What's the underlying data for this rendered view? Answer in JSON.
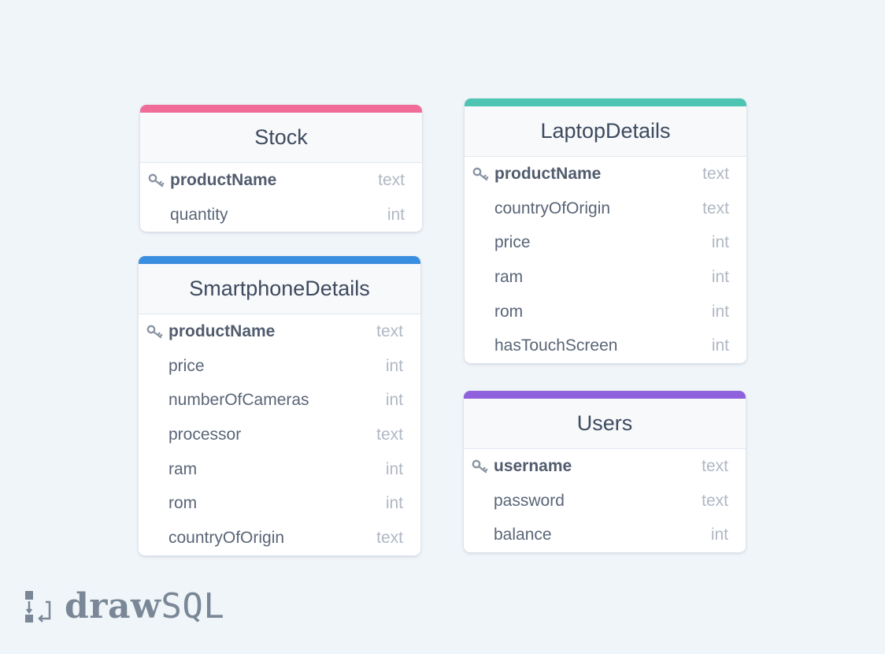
{
  "colors": {
    "stock": "#f06b98",
    "laptop": "#4ec4b3",
    "smartphone": "#3a8ee0",
    "users": "#9061dc"
  },
  "tables": {
    "stock": {
      "name": "Stock",
      "fields": [
        {
          "name": "productName",
          "type": "text",
          "pk": true
        },
        {
          "name": "quantity",
          "type": "int"
        }
      ]
    },
    "laptop": {
      "name": "LaptopDetails",
      "fields": [
        {
          "name": "productName",
          "type": "text",
          "pk": true
        },
        {
          "name": "countryOfOrigin",
          "type": "text"
        },
        {
          "name": "price",
          "type": "int"
        },
        {
          "name": "ram",
          "type": "int"
        },
        {
          "name": "rom",
          "type": "int"
        },
        {
          "name": "hasTouchScreen",
          "type": "int"
        }
      ]
    },
    "smartphone": {
      "name": "SmartphoneDetails",
      "fields": [
        {
          "name": "productName",
          "type": "text",
          "pk": true
        },
        {
          "name": "price",
          "type": "int"
        },
        {
          "name": "numberOfCameras",
          "type": "int"
        },
        {
          "name": "processor",
          "type": "text"
        },
        {
          "name": "ram",
          "type": "int"
        },
        {
          "name": "rom",
          "type": "int"
        },
        {
          "name": "countryOfOrigin",
          "type": "text"
        }
      ]
    },
    "users": {
      "name": "Users",
      "fields": [
        {
          "name": "username",
          "type": "text",
          "pk": true
        },
        {
          "name": "password",
          "type": "text"
        },
        {
          "name": "balance",
          "type": "int"
        }
      ]
    }
  },
  "logo": {
    "bold": "draw",
    "light": "SQL",
    "icon": "drawsql-logo-icon"
  },
  "icons": {
    "primary_key": "key-icon"
  }
}
